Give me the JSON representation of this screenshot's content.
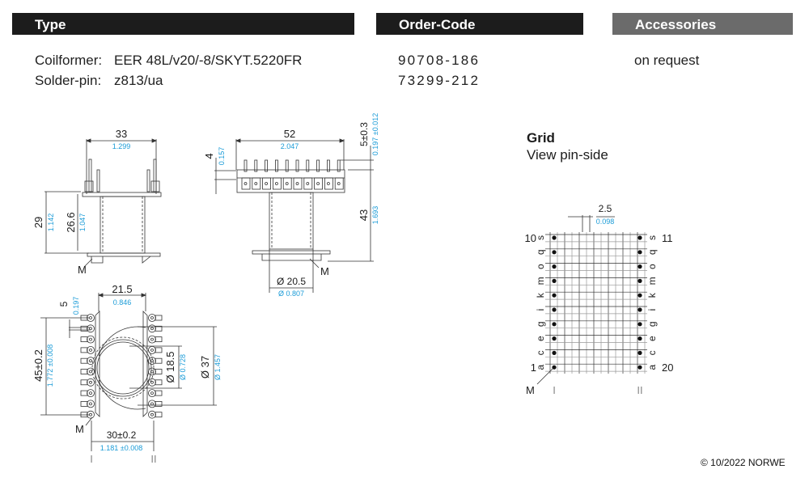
{
  "headers": {
    "type": "Type",
    "order_code": "Order-Code",
    "accessories": "Accessories"
  },
  "rows": [
    {
      "label": "Coilformer:",
      "value": "EER 48L/v20/-8/SKYT.5220FR",
      "order_code": "90708-186",
      "accessory": "on request"
    },
    {
      "label": "Solder-pin:",
      "value": "z813/ua",
      "order_code": "73299-212"
    }
  ],
  "side_view": {
    "width_mm": "33",
    "width_in": "1.299",
    "height_mm": "29",
    "height_in": "1.142",
    "inner_mm": "26.6",
    "inner_in": "1.047",
    "marker": "M"
  },
  "front_view": {
    "width_mm": "52",
    "width_in": "2.047",
    "pin_mm": "4",
    "pin_in": "0.157",
    "top_mm": "5±0.3",
    "top_in": "0.197 ±0.012",
    "height_mm": "43",
    "height_in": "1.693",
    "dia_mm": "Ø 20.5",
    "dia_in": "Ø 0.807",
    "marker": "M"
  },
  "bottom_view": {
    "width_mm": "21.5",
    "width_in": "0.846",
    "pitch_mm": "5",
    "pitch_in": "0.197",
    "span_mm": "45±0.2",
    "span_in": "1.772 ±0.008",
    "inner_dia_mm": "Ø 18.5",
    "inner_dia_in": "Ø 0.728",
    "outer_dia_mm": "Ø 37",
    "outer_dia_in": "Ø 1.457",
    "row_mm": "30±0.2",
    "row_in": "1.181 ±0.008",
    "marker": "M",
    "row_labels": [
      "I",
      "II"
    ]
  },
  "grid": {
    "title": "Grid",
    "subtitle": "View pin-side",
    "pitch_mm": "2.5",
    "pitch_in": "0.098",
    "left_top": "10",
    "left_bottom": "1",
    "right_top": "11",
    "right_bottom": "20",
    "letters": [
      "s",
      "q",
      "o",
      "m",
      "k",
      "i",
      "g",
      "e",
      "c",
      "a"
    ],
    "marker": "M",
    "row_labels": [
      "I",
      "II"
    ]
  },
  "footer": {
    "copyright": "© 10/2022 NORWE"
  },
  "colors": {
    "header_dark": "#1c1c1c",
    "header_gray": "#6b6b6b",
    "inch_blue": "#1a9bd7"
  }
}
